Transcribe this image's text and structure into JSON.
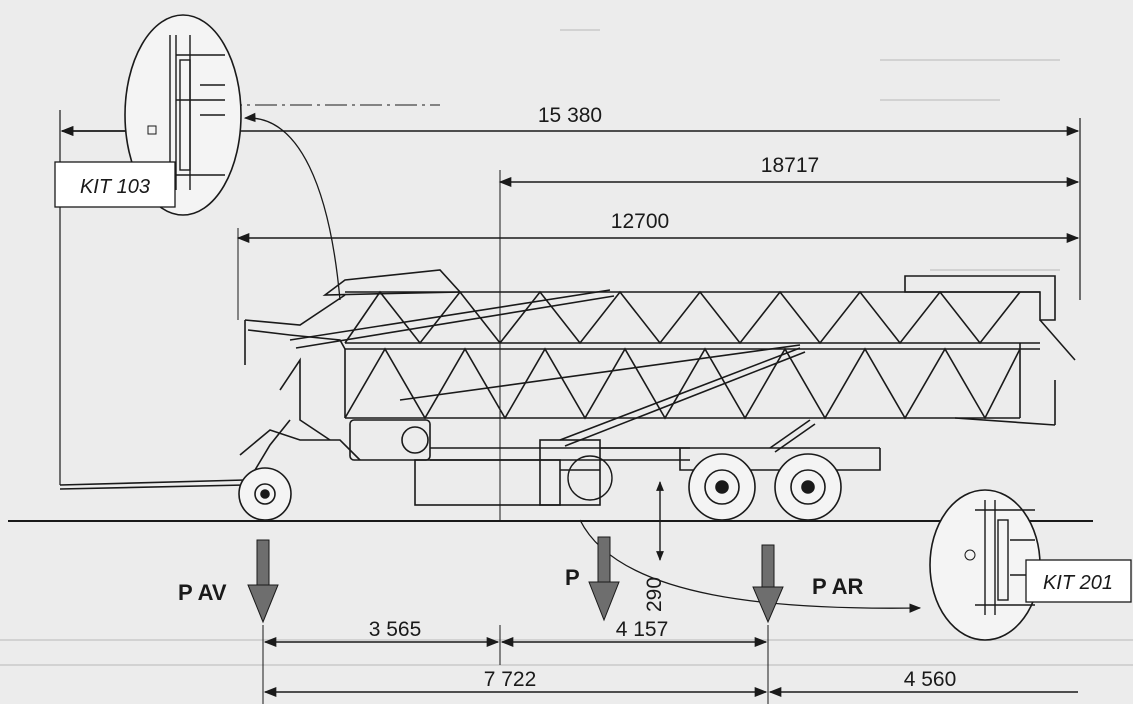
{
  "labels": {
    "kit_103": "KIT 103",
    "kit_201": "KIT 201",
    "p_av": "P AV",
    "p": "P",
    "p_ar": "P AR"
  },
  "dimensions": {
    "d_15380": "15 380",
    "d_18717": "18717",
    "d_12700": "12700",
    "d_3565": "3 565",
    "d_4157": "4 157",
    "d_7722": "7 722",
    "d_4560": "4 560",
    "d_290": "290"
  },
  "colors": {
    "line": "#1a1a1a",
    "arrow_fill": "#6e6e6e",
    "background": "#ececec",
    "label_box": "#ffffff"
  }
}
